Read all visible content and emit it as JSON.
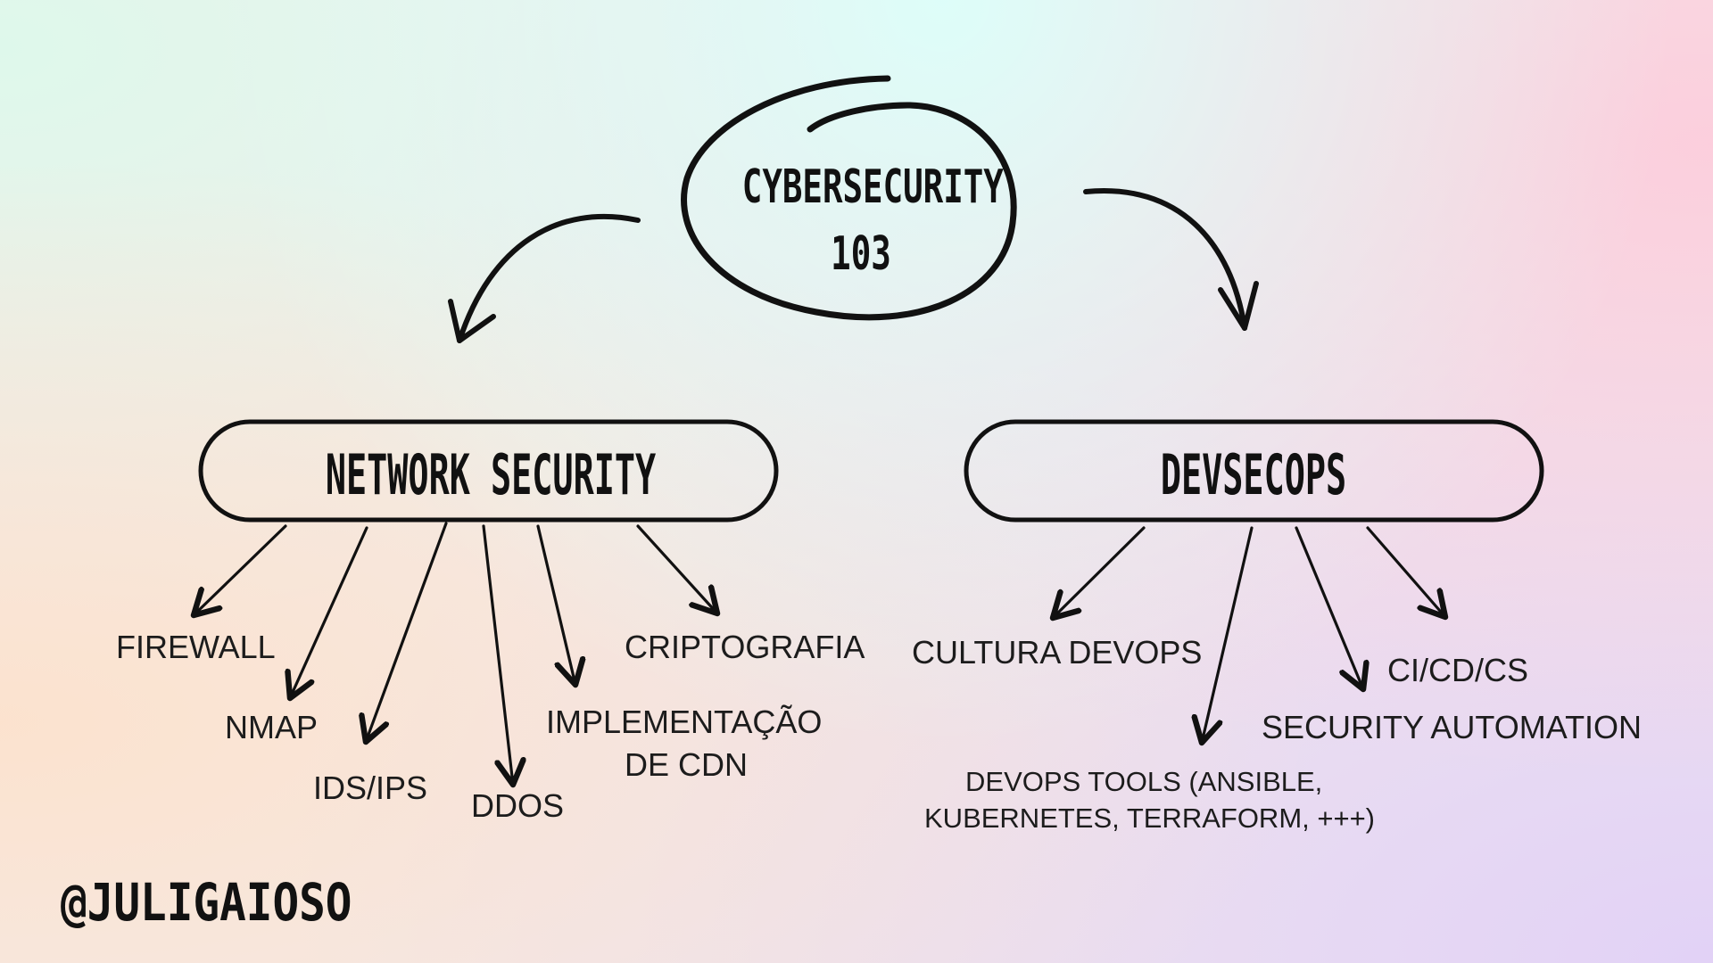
{
  "root": {
    "title": "CYBERSECURITY",
    "subtitle": "103"
  },
  "branches": [
    {
      "label": "NETWORK SECURITY",
      "items": [
        "FIREWALL",
        "NMAP",
        "IDS/IPS",
        "DDOS",
        "IMPLEMENTAÇÃO",
        "DE CDN",
        "CRIPTOGRAFIA"
      ]
    },
    {
      "label": "DEVSECOPS",
      "items": [
        "CULTURA DEVOPS",
        "DEVOPS TOOLS (ANSIBLE,",
        "KUBERNETES, TERRAFORM, +++)",
        "CI/CD/CS",
        "SECURITY AUTOMATION"
      ]
    }
  ],
  "watermark": "@JULIGAIOSO",
  "colors": {
    "ink": "#111111"
  }
}
